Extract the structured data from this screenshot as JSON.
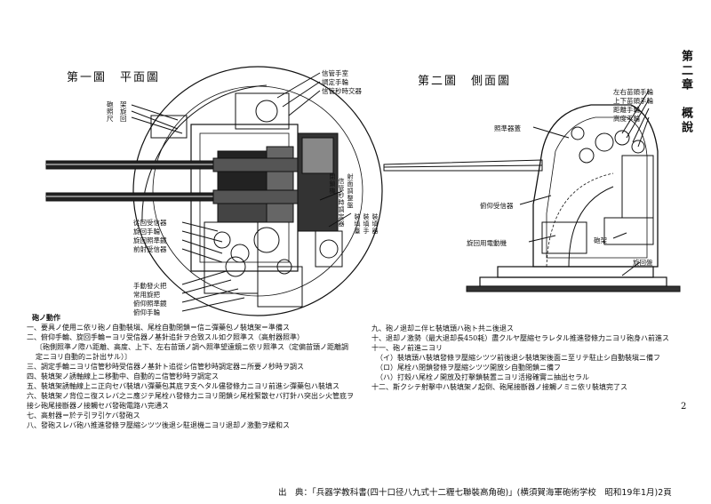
{
  "figures": {
    "fig1": {
      "title": "第一圖　平面圖",
      "labels_top": [
        "信管手室",
        "調定手輪",
        "信管秒時交器"
      ],
      "labels_left": [
        "砲",
        "照",
        "尺"
      ],
      "labels_left2": [
        "架",
        "旋",
        "回"
      ],
      "labels_mid": [
        "從回受信器",
        "旋回手輪",
        "旋回照準鏡",
        "前射受信器"
      ],
      "labels_bottom": [
        "手動發火把",
        "常用旋把",
        "俯仰照準鏡",
        "俯仰手輪"
      ],
      "labels_vertical_right": [
        "信管秒時調定器",
        "閉鎖機",
        "射面調整盤"
      ],
      "labels_right_small": [
        "裝填臺",
        "裝填手",
        "裝填器"
      ]
    },
    "fig2": {
      "title": "第二圖　側面圖",
      "labels_right": [
        "左右苗頭手輪",
        "上下苗頭手輪",
        "距離手輪",
        "高度手輪"
      ],
      "label_top": "照準器蓋",
      "label_mid": "俯仰受信器",
      "label_lower": "旋回用電動機",
      "label_pedestal": "砲架",
      "label_base": "旋回盤"
    }
  },
  "chapter": "第二章　概說",
  "page_number": "2",
  "text_left": [
    "砲ノ動作",
    "一、要具ノ使用ニ依リ砲ノ自動裝塡、尾栓自動閉鎖＝信ニ彈藥包ノ裝填架＝準備ス",
    "二、俯仰手輪、旋回手輪＝ヨリ受信器ノ基針追針ヲ合致スル如ク照準ス（高射器照準）",
    "〔砲側照準ノ際ハ距離、高度、上下、左右苗頭ノ調ヘ照準望遠鏡ニ依リ照準ス（定偏苗頭ノ距離調定ニヨリ自動的ニ計出サル）〕",
    "三、調定手輪ニヨリ信管秒時受信器ノ基針ト追從シ信管秒時調定器ニ所要ノ秒時ヲ調ス",
    "四、裝填架ノ誘軸線上ニ移動中、自動的ニ信管秒時ヲ調定ス",
    "五、裝填架誘軸線上ニ正向セバ裝填ハ彈藥包其底ヲ支ヘタル儘發條力ニヨリ前進シ彈藥包ハ裝填ス",
    "六、裝填架ノ背位ニ復スレバ之ニ應ジテ尾栓ハ發條力ニヨリ閉鎖シ尾栓緊散セバ打針ハ突出シ火管底ヲ接シ砲尾接斷器ノ接觸セバ發砲電路ハ完通ス",
    "七、高射器＝於テ引ヲ引ケバ發砲ス",
    "八、發砲スレバ砲ハ推進發條ヲ壓縮シツツ後退シ駐退機ニヨリ退却ノ激動ヲ緩和ス"
  ],
  "text_right": [
    "九、砲ノ退却ニ伴ヒ裝填頭ハ砲ト共ニ後退ス",
    "十、退却ノ激勢（最大退却長450耗）盡クルヤ壓縮セラレタル推進發條力ニヨリ砲身ハ前進ス",
    "十一、砲ノ前進ニヨリ",
    "（イ）裝填頭ハ裝填發條ヲ壓縮シツツ前後退シ裝填架後面ニ至リテ駐止シ自動裝塡ニ備フ",
    "（ロ）尾栓ハ閉鎖發條ヲ壓縮シツツ開放シ自動閉鎖ニ備フ",
    "（ハ）打殼ハ尾栓ノ開放及打擊鎖裝置ニヨリ活撥確實ニ抽出セラル",
    "十二、斯クシテ射擊中ハ裝填架ノ起倒、砲尾接斷器ノ接觸ノミニ依リ裝填完了ス"
  ],
  "source": "出　典：「兵器学教科書(四十口径八九式十二糎七聯裝高角砲)」(横須賀海軍砲術学校　昭和19年1月)2頁"
}
